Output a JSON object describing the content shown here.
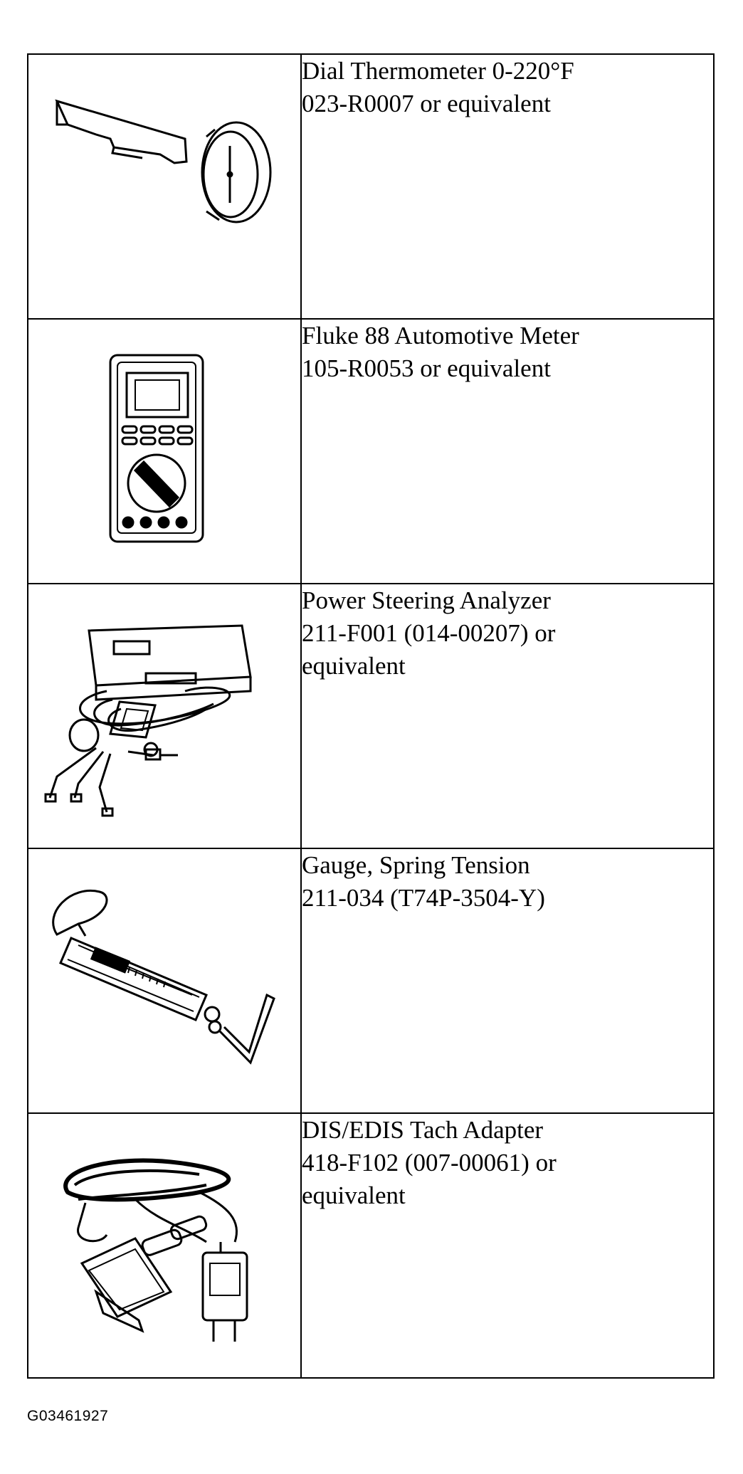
{
  "tools": [
    {
      "icon": "dial-thermometer-icon",
      "description": "Dial Thermometer 0-220°F\n023-R0007 or equivalent"
    },
    {
      "icon": "multimeter-icon",
      "description": "Fluke 88 Automotive Meter\n105-R0053 or equivalent"
    },
    {
      "icon": "power-steering-analyzer-icon",
      "description": "Power Steering Analyzer\n211-F001 (014-00207) or\nequivalent"
    },
    {
      "icon": "spring-tension-gauge-icon",
      "description": "Gauge, Spring Tension\n211-034 (T74P-3504-Y)"
    },
    {
      "icon": "tach-adapter-icon",
      "description": "DIS/EDIS Tach Adapter\n418-F102 (007-00061) or\nequivalent"
    }
  ],
  "figure_id": "G03461927"
}
